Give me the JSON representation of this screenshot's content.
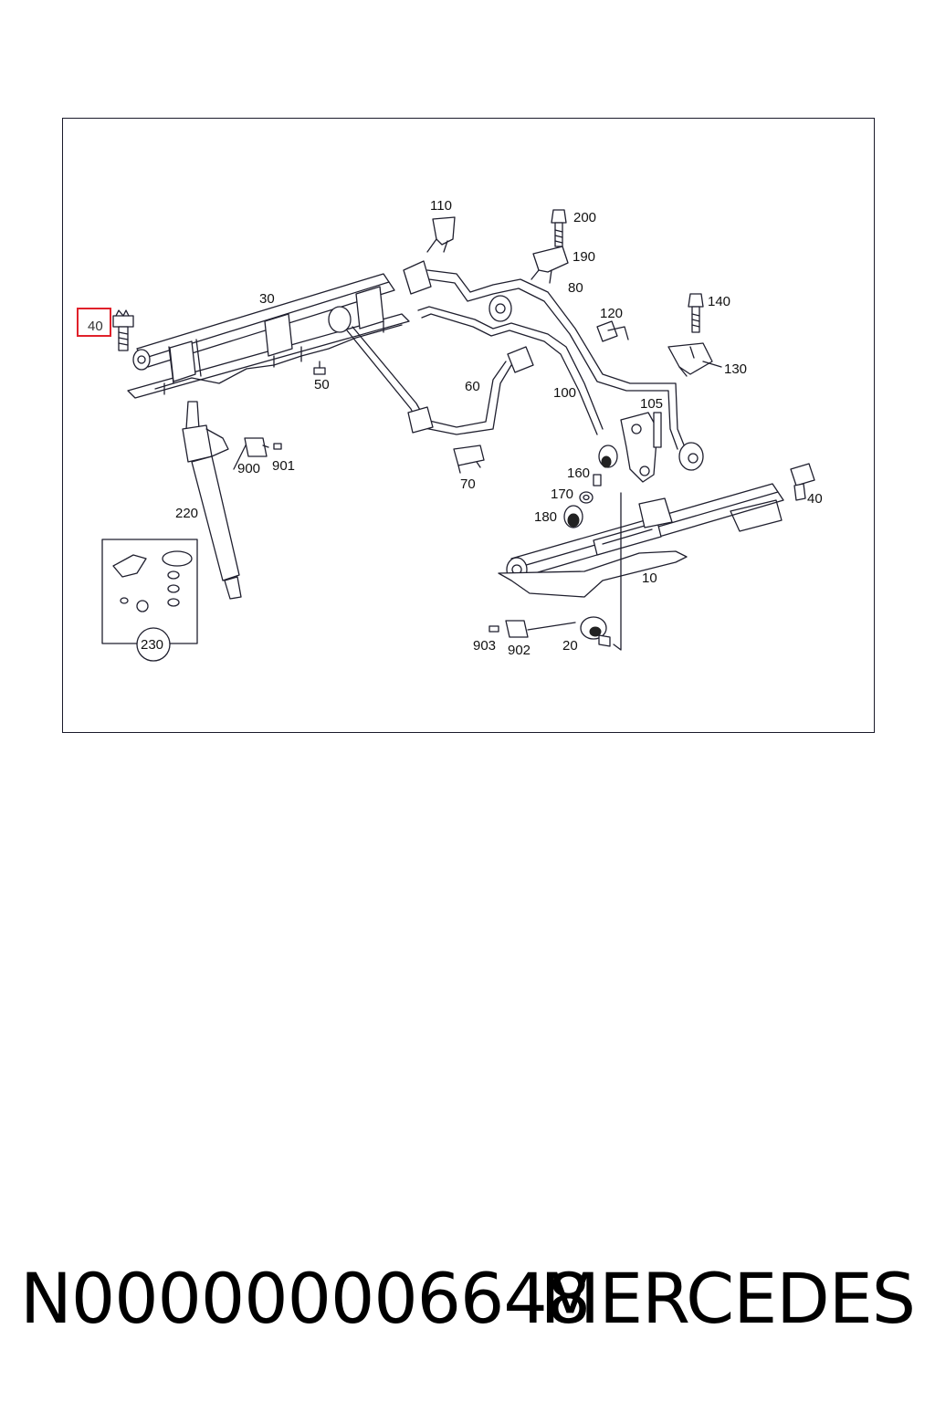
{
  "diagram": {
    "labels": {
      "l10": "10",
      "l20": "20",
      "l30": "30",
      "l40a": "40",
      "l40b": "40",
      "l50": "50",
      "l60": "60",
      "l70": "70",
      "l80": "80",
      "l100": "100",
      "l105": "105",
      "l110": "110",
      "l120": "120",
      "l130": "130",
      "l140": "140",
      "l160": "160",
      "l170": "170",
      "l180": "180",
      "l190": "190",
      "l200": "200",
      "l220": "220",
      "l230": "230",
      "l900": "900",
      "l901": "901",
      "l902": "902",
      "l903": "903"
    },
    "highlight_color": "#e0212a"
  },
  "footer": {
    "part_number": "N000000006648",
    "brand": "MERCEDES"
  }
}
